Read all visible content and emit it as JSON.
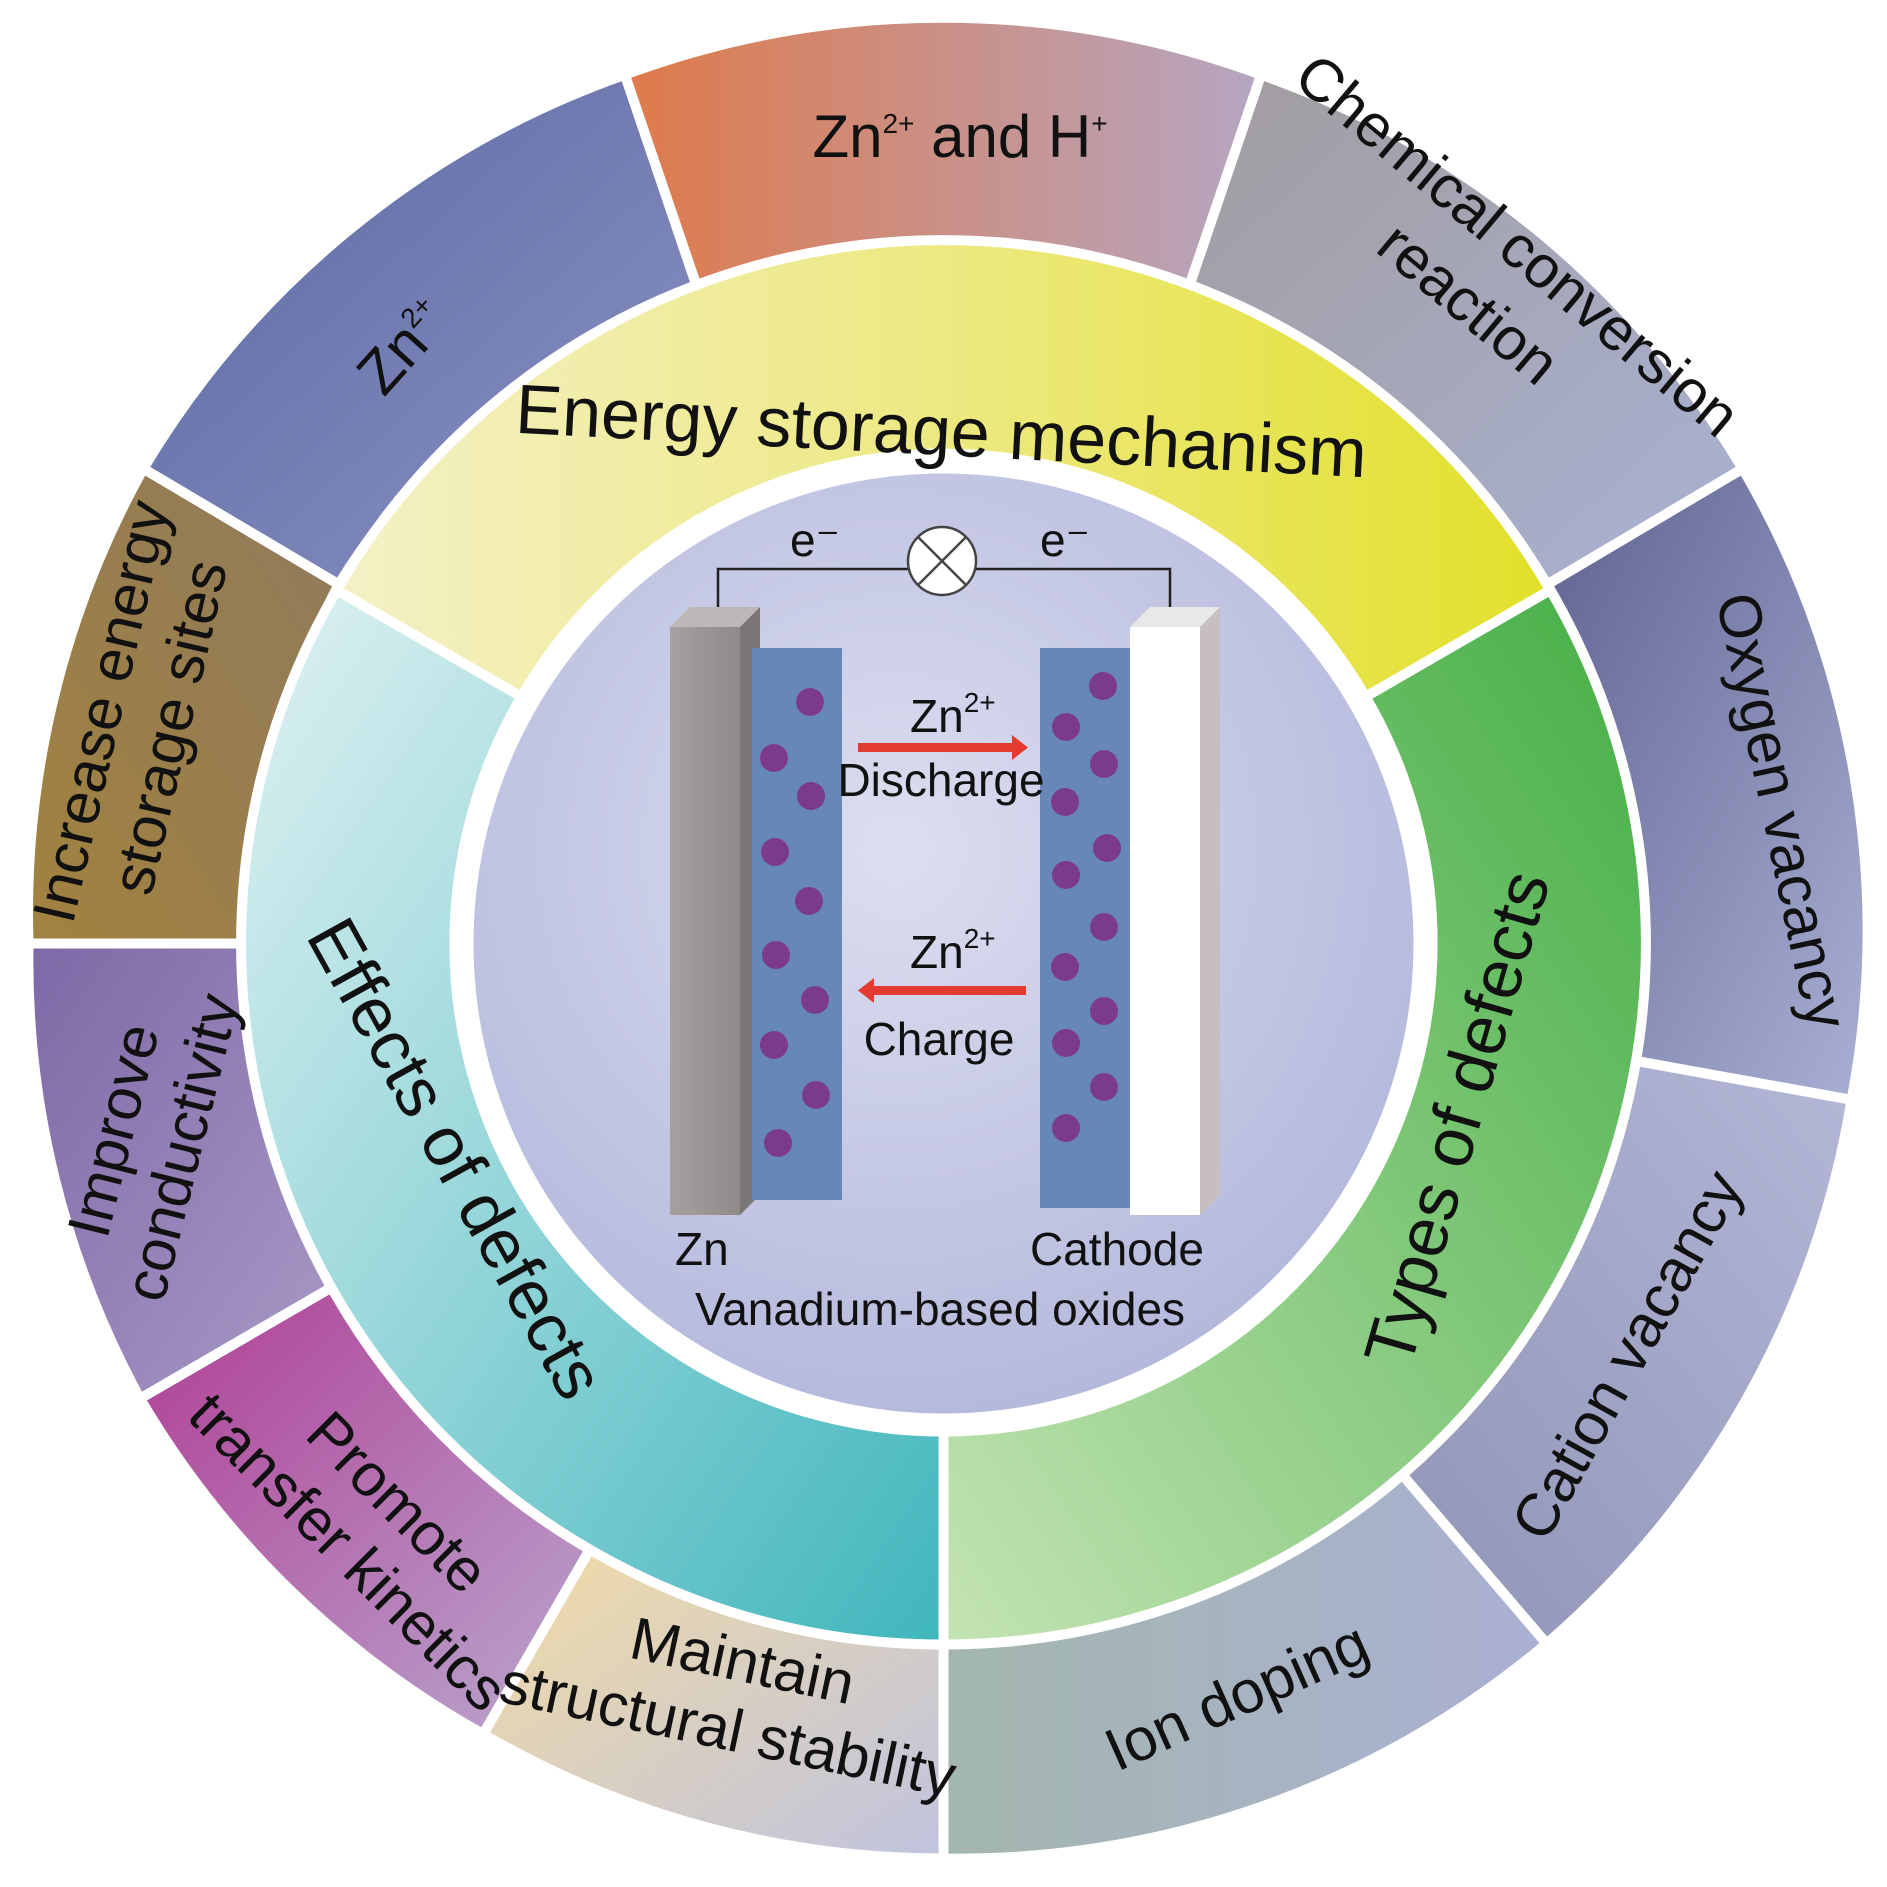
{
  "center": {
    "electron_left": "e⁻",
    "electron_right": "e⁻",
    "anode_label": "Zn",
    "cathode_label": "Cathode",
    "subtitle": "Vanadium-based oxides",
    "discharge_ion_base": "Zn",
    "discharge_ion_sup": "2+",
    "discharge_label": "Discharge",
    "charge_ion_base": "Zn",
    "charge_ion_sup": "2+",
    "charge_label": "Charge"
  },
  "middle_ring": {
    "energy_storage": "Energy storage mechanism",
    "types_of_defects": "Types of defects",
    "effects_of_defects": "Effects of defects"
  },
  "outer_ring": {
    "zn2_base": "Zn",
    "zn2_sup": "2+",
    "zn_h_base": "Zn",
    "zn_h_sup": "2+",
    "zn_h_mid": " and H",
    "zn_h_sup2": "+",
    "chemical_line1": "Chemical conversion",
    "chemical_line2": "reaction",
    "oxygen_vacancy": "Oxygen vacancy",
    "cation_vacancy": "Cation vacancy",
    "ion_doping": "Ion doping",
    "maintain_line1": "Maintain",
    "maintain_line2": "structural stability",
    "promote_line1": "Promote",
    "promote_line2": "transfer kinetics",
    "improve_line1": "Improve",
    "improve_line2": "conductivity",
    "increase_line1": "Increase energy",
    "increase_line2": "storage sites"
  },
  "colors": {
    "zn2": "#6a78ab",
    "zn_h": "#cd8a78",
    "chemical": "#a9a7b8",
    "oxygen": "#7d82a8",
    "cation": "#a6a8c5",
    "ion_doping": "#a7b2c4",
    "maintain": "#e6d6bd",
    "promote": "#b070a6",
    "improve": "#9a83b6",
    "increase": "#a78a50",
    "energy_ring": "#e8e55a",
    "types_ring": "#6fbf6c",
    "effects_ring": "#72c4c8",
    "center": "#c2c5e2",
    "electrode_layer": "#6787b6",
    "particle": "#7b3a8e",
    "arrow": "#e43a30"
  }
}
